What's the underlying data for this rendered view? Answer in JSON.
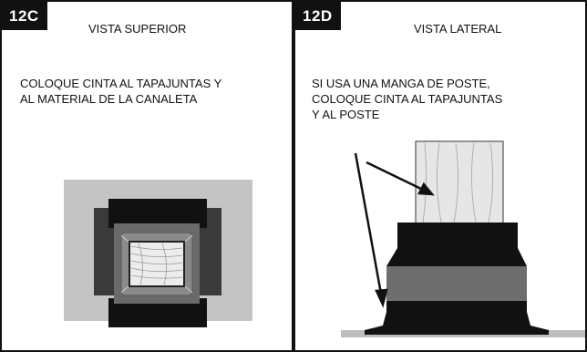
{
  "panels": [
    {
      "id": "12C",
      "badge": "12C",
      "view_title": "VISTA SUPERIOR",
      "note": "COLOQUE CINTA AL TAPAJUNTAS Y\nAL MATERIAL DE LA CANALETA"
    },
    {
      "id": "12D",
      "badge": "12D",
      "view_title": "VISTA LATERAL",
      "note": "SI USA UNA MANGA DE POSTE,\nCOLOQUE CINTA AL TAPAJUNTAS\nY AL POSTE"
    }
  ],
  "colors": {
    "ink": "#111111",
    "tape_black": "#111111",
    "dark_gray": "#3a3a3a",
    "mid_gray": "#777777",
    "light_gray": "#c4c4c4",
    "wood": "#e6e6e6"
  }
}
